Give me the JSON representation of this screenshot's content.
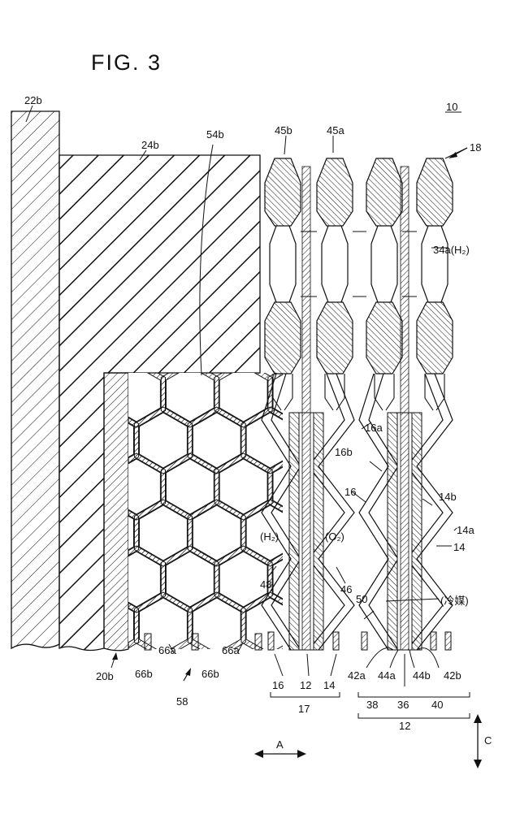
{
  "figure": {
    "title": "FIG. 3",
    "ref_main": "10",
    "labels": {
      "l22b": "22b",
      "l24b": "24b",
      "l54b": "54b",
      "l45b": "45b",
      "l45a": "45a",
      "l18": "18",
      "l34a": "34a(H₂)",
      "l16a": "16a",
      "l16b": "16b",
      "l16": "16",
      "l14b": "14b",
      "l14a": "14a",
      "l14": "14",
      "lH2": "(H₂)",
      "lO2": "(O₂)",
      "l48": "48",
      "l46": "46",
      "l50": "50",
      "lcool": "(冷媒)",
      "l20b": "20b",
      "l66b_1": "66b",
      "l66a_1": "66a",
      "l66b_2": "66b",
      "l66a_2": "66a",
      "l58": "58",
      "l16_bot": "16",
      "l12_bot": "12",
      "l14_bot": "14",
      "l17": "17",
      "l42a": "42a",
      "l44a": "44a",
      "l44b": "44b",
      "l42b": "42b",
      "l38": "38",
      "l36": "36",
      "l40": "40",
      "l12_b2": "12",
      "arrowA": "A",
      "arrowC": "C"
    }
  },
  "colors": {
    "ink": "#111111",
    "background": "#ffffff"
  }
}
